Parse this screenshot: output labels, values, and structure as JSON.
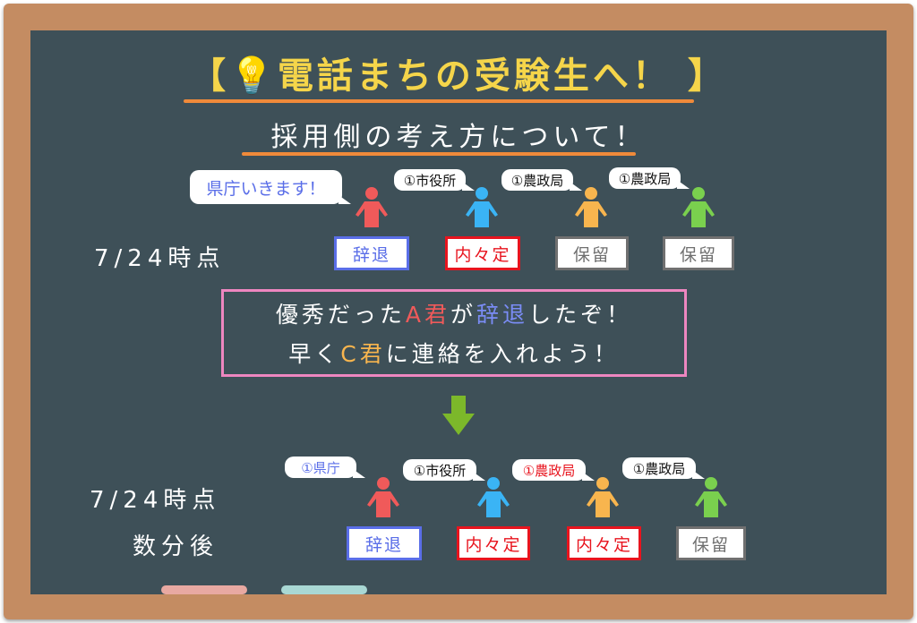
{
  "title": "【💡電話まちの受験生へ！ 】",
  "subtitle": "採用側の考え方について！",
  "before": {
    "label": "7/24時点",
    "people": [
      {
        "bubble": "県庁いきます！",
        "bubble_color": "#5a6ee8",
        "status": "辞退",
        "status_type": "jitai",
        "color": "#f05a5a"
      },
      {
        "bubble": "①市役所",
        "bubble_color": "#111111",
        "status": "内々定",
        "status_type": "naitei",
        "color": "#3ab4f5"
      },
      {
        "bubble": "①農政局",
        "bubble_color": "#111111",
        "status": "保留",
        "status_type": "horyu",
        "color": "#f8b54e"
      },
      {
        "bubble": "①農政局",
        "bubble_color": "#111111",
        "status": "保留",
        "status_type": "horyu",
        "color": "#7ad04e"
      }
    ]
  },
  "message": {
    "line1_a": "優秀だった",
    "line1_b": "A君",
    "line1_c": "が",
    "line1_d": "辞退",
    "line1_e": "したぞ！",
    "line2_a": "早く",
    "line2_b": "C君",
    "line2_c": "に連絡を入れよう！"
  },
  "after": {
    "label": "7/24時点",
    "label2": "数分後",
    "people": [
      {
        "bubble": "①県庁",
        "bubble_color": "#5a6ee8",
        "status": "辞退",
        "status_type": "jitai",
        "color": "#f05a5a"
      },
      {
        "bubble": "①市役所",
        "bubble_color": "#111111",
        "status": "内々定",
        "status_type": "naitei",
        "color": "#3ab4f5"
      },
      {
        "bubble": "①農政局",
        "bubble_color": "#e8141e",
        "status": "内々定",
        "status_type": "naitei",
        "color": "#f8b54e"
      },
      {
        "bubble": "①農政局",
        "bubble_color": "#111111",
        "status": "保留",
        "status_type": "horyu",
        "color": "#7ad04e"
      }
    ]
  }
}
